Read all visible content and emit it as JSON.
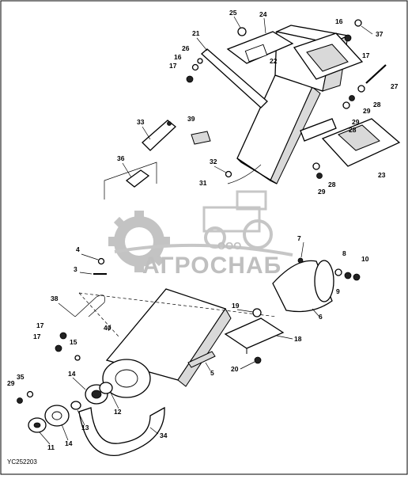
{
  "watermark": {
    "brand_prefix": "ООО",
    "brand_name": "АГРОСНАБ"
  },
  "figure_code": "YC252203",
  "callouts": [
    "25",
    "24",
    "16",
    "37",
    "21",
    "26",
    "22",
    "17",
    "16",
    "17",
    "27",
    "28",
    "29",
    "33",
    "39",
    "29",
    "28",
    "36",
    "23",
    "32",
    "28",
    "31",
    "29",
    "7",
    "4",
    "8",
    "10",
    "3",
    "9",
    "38",
    "19",
    "6",
    "40",
    "17",
    "17",
    "15",
    "18",
    "14",
    "5",
    "20",
    "29",
    "35",
    "12",
    "13",
    "14",
    "11",
    "34"
  ]
}
